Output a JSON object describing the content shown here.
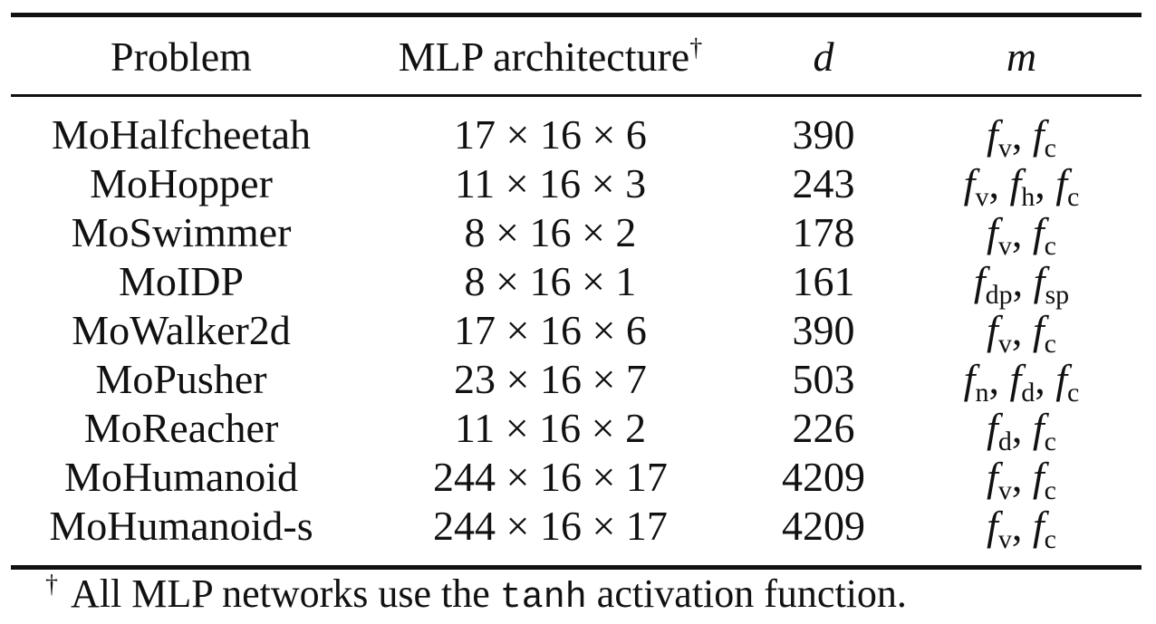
{
  "table": {
    "headers": {
      "problem": "Problem",
      "architecture": "MLP architecture",
      "architecture_mark": "†",
      "d": "d",
      "m": "m"
    },
    "rows": [
      {
        "problem": "MoHalfcheetah",
        "architecture": "17 × 16 × 6",
        "d": "390",
        "m": [
          {
            "f": "f",
            "sub": "v"
          },
          {
            "f": "f",
            "sub": "c"
          }
        ]
      },
      {
        "problem": "MoHopper",
        "architecture": "11 × 16 × 3",
        "d": "243",
        "m": [
          {
            "f": "f",
            "sub": "v"
          },
          {
            "f": "f",
            "sub": "h"
          },
          {
            "f": "f",
            "sub": "c"
          }
        ]
      },
      {
        "problem": "MoSwimmer",
        "architecture": "8 × 16 × 2",
        "d": "178",
        "m": [
          {
            "f": "f",
            "sub": "v"
          },
          {
            "f": "f",
            "sub": "c"
          }
        ]
      },
      {
        "problem": "MoIDP",
        "architecture": "8 × 16 × 1",
        "d": "161",
        "m": [
          {
            "f": "f",
            "sub": "dp"
          },
          {
            "f": "f",
            "sub": "sp"
          }
        ]
      },
      {
        "problem": "MoWalker2d",
        "architecture": "17 × 16 × 6",
        "d": "390",
        "m": [
          {
            "f": "f",
            "sub": "v"
          },
          {
            "f": "f",
            "sub": "c"
          }
        ]
      },
      {
        "problem": "MoPusher",
        "architecture": "23 × 16 × 7",
        "d": "503",
        "m": [
          {
            "f": "f",
            "sub": "n"
          },
          {
            "f": "f",
            "sub": "d"
          },
          {
            "f": "f",
            "sub": "c"
          }
        ]
      },
      {
        "problem": "MoReacher",
        "architecture": "11 × 16 × 2",
        "d": "226",
        "m": [
          {
            "f": "f",
            "sub": "d"
          },
          {
            "f": "f",
            "sub": "c"
          }
        ]
      },
      {
        "problem": "MoHumanoid",
        "architecture": "244 × 16 × 17",
        "d": "4209",
        "m": [
          {
            "f": "f",
            "sub": "v"
          },
          {
            "f": "f",
            "sub": "c"
          }
        ]
      },
      {
        "problem": "MoHumanoid-s",
        "architecture": "244 × 16 × 17",
        "d": "4209",
        "m": [
          {
            "f": "f",
            "sub": "v"
          },
          {
            "f": "f",
            "sub": "c"
          }
        ]
      }
    ],
    "m_separator": ", "
  },
  "footnote": {
    "mark": "†",
    "before": "All MLP networks use the ",
    "code": "tanh",
    "after": " activation function."
  }
}
